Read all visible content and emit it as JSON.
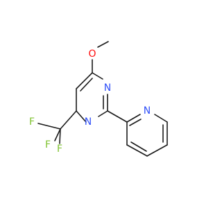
{
  "molecule": {
    "atoms": {
      "oxygen": {
        "label": "O",
        "color": "#ff0d0d"
      },
      "n_ring_upper": {
        "label": "N",
        "color": "#3050f8"
      },
      "n_ring_lower": {
        "label": "N",
        "color": "#3050f8"
      },
      "n_pyridine": {
        "label": "N",
        "color": "#3050f8"
      },
      "fluorine_1": {
        "label": "F",
        "color": "#7fc230"
      },
      "fluorine_2": {
        "label": "F",
        "color": "#7fc230"
      },
      "fluorine_3": {
        "label": "F",
        "color": "#7fc230"
      }
    },
    "bond_color": "#1a1a1a"
  }
}
